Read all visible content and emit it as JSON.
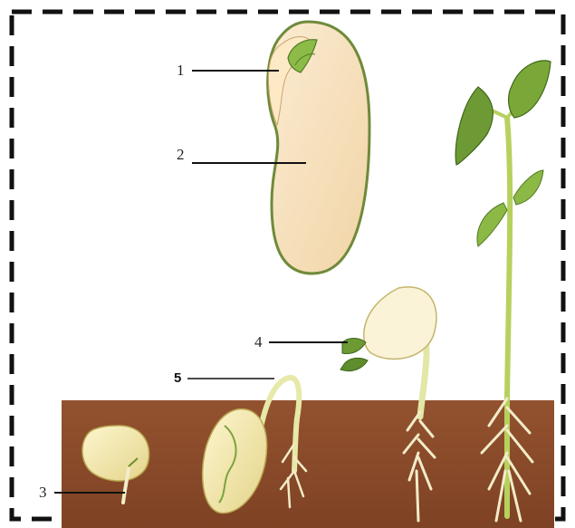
{
  "diagram": {
    "labels": [
      {
        "id": "1",
        "text": "1"
      },
      {
        "id": "2",
        "text": "2"
      },
      {
        "id": "3",
        "text": "3"
      },
      {
        "id": "4",
        "text": "4"
      },
      {
        "id": "5",
        "text": "5"
      }
    ]
  },
  "colors": {
    "soil": "#8a4a2a",
    "seed_fill": "#f7dfb8",
    "seed_outline": "#6f8a3a",
    "leaf": "#7fae3c",
    "stem": "#cfe07a",
    "root": "#f3ecc8",
    "border": "#111111"
  }
}
